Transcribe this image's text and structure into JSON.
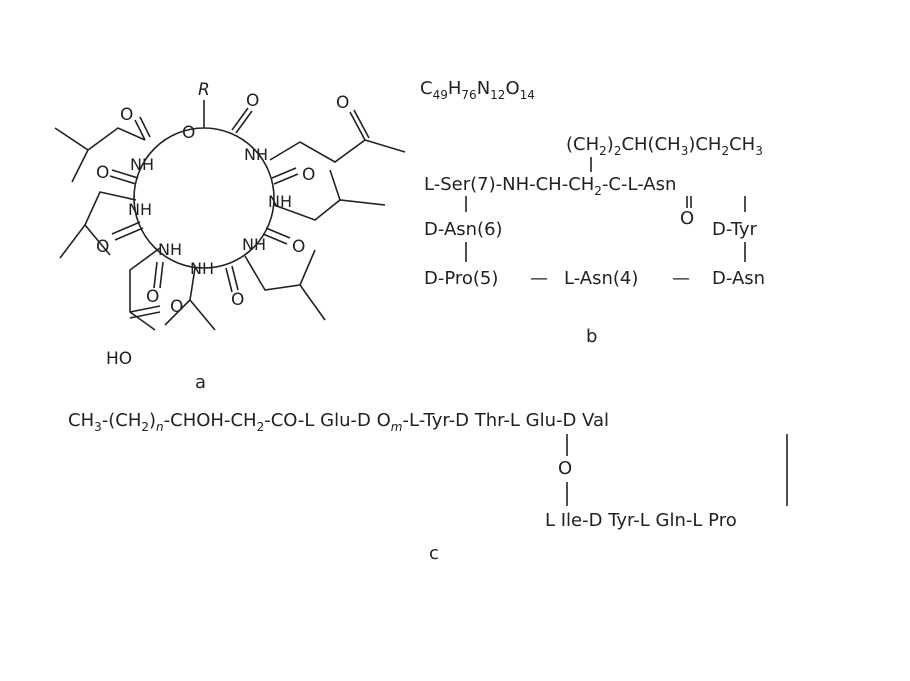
{
  "panel_a": {
    "caption": "a",
    "r_group": "R",
    "ring_labels": [
      "O",
      "O",
      "O",
      "O",
      "O",
      "O",
      "O",
      "O",
      "O",
      "O",
      "O"
    ],
    "nh_labels": [
      "NH",
      "NH",
      "NH",
      "NH",
      "NH",
      "NH",
      "NH"
    ],
    "hydroxyl": "HO"
  },
  "panel_b": {
    "caption": "b",
    "formula": {
      "c": "C",
      "c_n": "49",
      "h": "H",
      "h_n": "76",
      "n": "N",
      "n_n": "12",
      "o": "O",
      "o_n": "14"
    },
    "side_chain": {
      "p1": "(CH",
      "s1": "2",
      "p2": ")",
      "s2": "2",
      "p3": "CH(CH",
      "s3": "3",
      "p4": ")CH",
      "s4": "2",
      "p5": "CH",
      "s5": "3"
    },
    "main_chain": {
      "p1": "L-Ser(7)-NH-CH-CH",
      "s1": "2",
      "p2": "-C-L-Asn"
    },
    "carbonyl_o": "O",
    "d_asn6": "D-Asn(6)",
    "d_tyr": "D-Tyr",
    "d_pro5": "D-Pro(5)",
    "l_asn4": "L-Asn(4)",
    "d_asn": "D-Asn",
    "dash": "—"
  },
  "panel_c": {
    "caption": "c",
    "chain": {
      "p1": "CH",
      "s1": "3",
      "p2": "-(CH",
      "s2": "2",
      "p3": ")",
      "s3": "n",
      "p4": "-CHOH-CH",
      "s4": "2",
      "p5": "-CO-L Glu-D O",
      "s5": "m",
      "p6": "-L-Tyr-D Thr-L Glu-D Val"
    },
    "ester_o": "O",
    "lower_chain": "L Ile-D Tyr-L Gln-L Pro"
  }
}
